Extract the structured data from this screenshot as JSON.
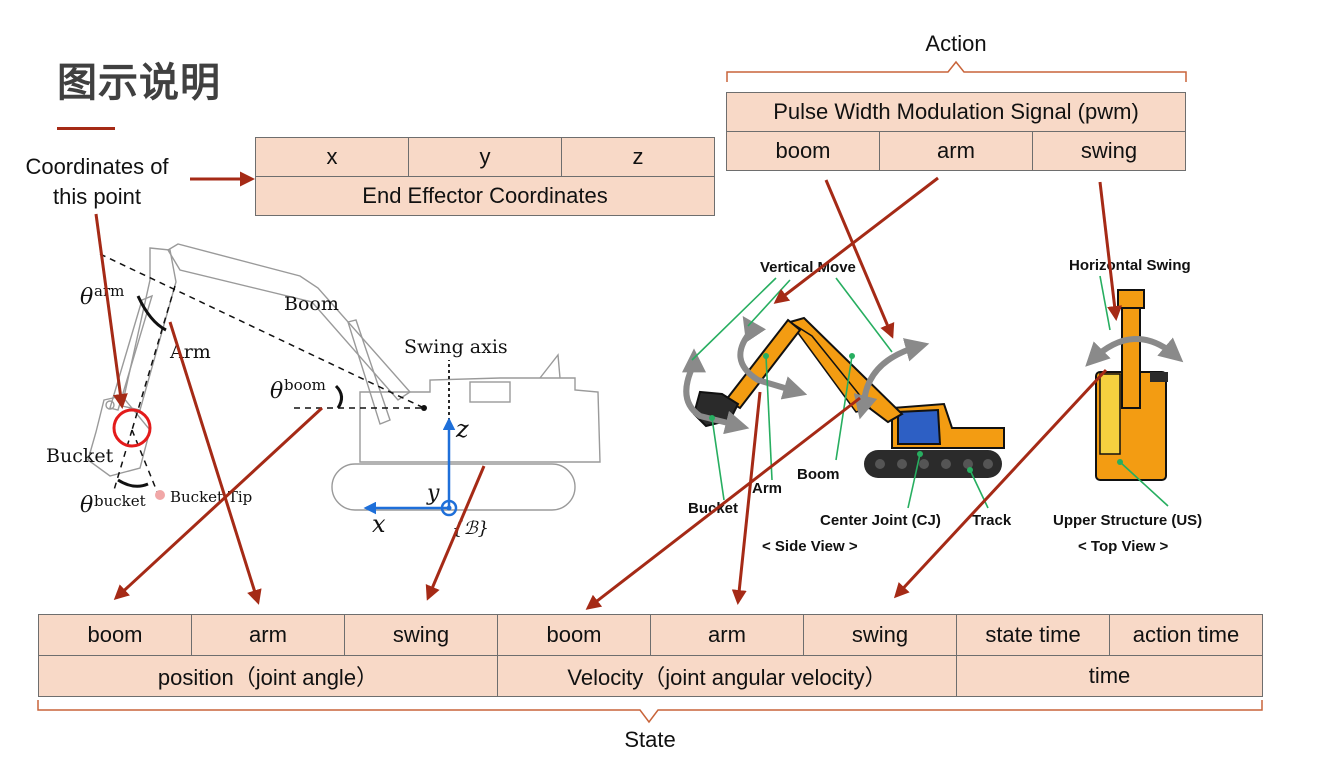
{
  "title": "图示说明",
  "coord_label_line1": "Coordinates of",
  "coord_label_line2": "this point",
  "end_effector": {
    "header": [
      "x",
      "y",
      "z"
    ],
    "label": "End Effector Coordinates"
  },
  "action": {
    "label": "Action",
    "signal": "Pulse Width Modulation Signal (pwm)",
    "cells": [
      "boom",
      "arm",
      "swing"
    ]
  },
  "state": {
    "label": "State",
    "cells": [
      "boom",
      "arm",
      "swing",
      "boom",
      "arm",
      "swing",
      "state time",
      "action time"
    ],
    "groups": [
      "position（joint angle）",
      "Velocity（joint angular velocity）",
      "time"
    ]
  },
  "schematic": {
    "boom": "Boom",
    "arm": "Arm",
    "bucket": "Bucket",
    "bucket_tip": "Bucket Tip",
    "swing_axis": "Swing axis",
    "theta_arm_sup": "arm",
    "theta_boom_sup": "boom",
    "theta_bucket_sup": "bucket",
    "theta": "θ",
    "axis_z": "z",
    "axis_y": "y",
    "axis_x": "x",
    "frame": "{ℬ}"
  },
  "side_view": {
    "vertical_move": "Vertical Move",
    "bucket": "Bucket",
    "arm": "Arm",
    "boom": "Boom",
    "center_joint": "Center Joint (CJ)",
    "track": "Track",
    "caption": "< Side View >"
  },
  "top_view": {
    "horizontal_swing": "Horizontal Swing",
    "upper_structure": "Upper Structure (US)",
    "caption": "< Top View >"
  },
  "colors": {
    "arrow": "#a52a16",
    "cell_fill": "#f8d9c7",
    "excavator_orange": "#f39c12",
    "leader_green": "#27ae60"
  }
}
